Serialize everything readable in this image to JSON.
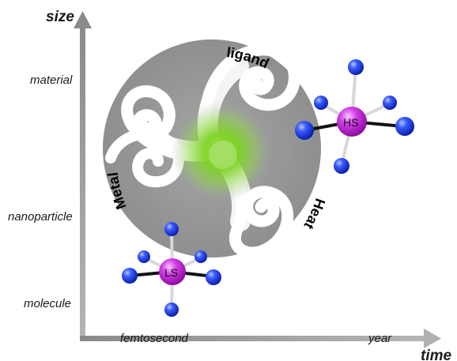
{
  "axes": {
    "y_title": "size",
    "x_title": "time",
    "y_ticks": [
      "material",
      "nanoparticle",
      "molecule"
    ],
    "x_ticks": [
      "femtosecond",
      "year"
    ]
  },
  "triskelion": {
    "labels": [
      "ligand",
      "Metal",
      "Heat"
    ],
    "disc_color": "#9a9a9a",
    "spiral_color": "#ffffff",
    "glow_color": "#7ed321"
  },
  "molecules": {
    "low_spin_label": "LS",
    "high_spin_label": "HS",
    "center_color": "#c026d3",
    "ligand_atom_color": "#1d3fe0"
  }
}
